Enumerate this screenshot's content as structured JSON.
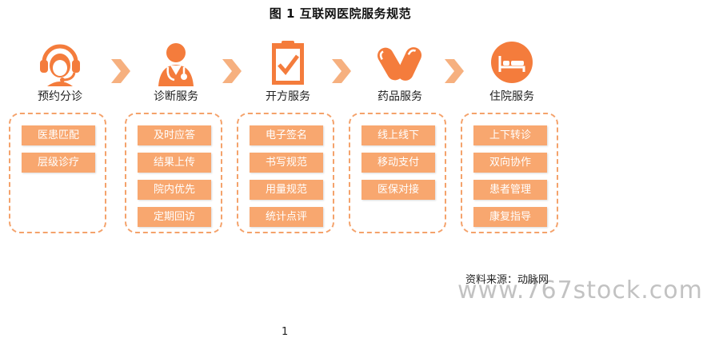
{
  "title": "图 1  互联网医院服务规范",
  "stages": [
    {
      "label": "预约分诊",
      "icon": "headset-agent-icon",
      "items": [
        "医患匹配",
        "层级诊疗"
      ]
    },
    {
      "label": "诊断服务",
      "icon": "doctor-stethoscope-icon",
      "items": [
        "及时应答",
        "结果上传",
        "院内优先",
        "定期回访"
      ]
    },
    {
      "label": "开方服务",
      "icon": "clipboard-check-icon",
      "items": [
        "电子签名",
        "书写规范",
        "用量规范",
        "统计点评"
      ]
    },
    {
      "label": "药品服务",
      "icon": "capsule-pills-icon",
      "items": [
        "线上线下",
        "移动支付",
        "医保对接"
      ]
    },
    {
      "label": "住院服务",
      "icon": "hospital-bed-icon",
      "items": [
        "上下转诊",
        "双向协作",
        "患者管理",
        "康复指导"
      ]
    }
  ],
  "source": "资料来源：动脉网",
  "watermark": "www.767stock.com",
  "page_number": "1",
  "colors": {
    "accent": "#f47c3c",
    "pill": "#f8a76f",
    "border": "#f4a26b",
    "arrow": "#f6b07f"
  }
}
